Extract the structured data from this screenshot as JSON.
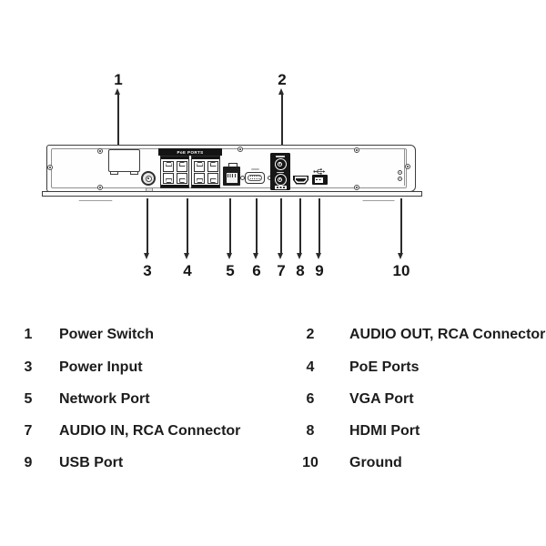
{
  "device": {
    "poe_ports_label": "PoE PORTS",
    "callouts": {
      "c1": "1",
      "c2": "2",
      "c3": "3",
      "c4": "4",
      "c5": "5",
      "c6": "6",
      "c7": "7",
      "c8": "8",
      "c9": "9",
      "c10": "10"
    }
  },
  "legend": {
    "rows": [
      {
        "left_num": "1",
        "left_label": "Power Switch",
        "right_num": "2",
        "right_label": "AUDIO OUT, RCA Connector"
      },
      {
        "left_num": "3",
        "left_label": "Power Input",
        "right_num": "4",
        "right_label": "PoE Ports"
      },
      {
        "left_num": "5",
        "left_label": "Network Port",
        "right_num": "6",
        "right_label": "VGA Port"
      },
      {
        "left_num": "7",
        "left_label": "AUDIO IN, RCA Connector",
        "right_num": "8",
        "right_label": "HDMI Port"
      },
      {
        "left_num": "9",
        "left_label": "USB Port",
        "right_num": "10",
        "right_label": "Ground"
      }
    ]
  },
  "colors": {
    "line": "#2b2b2b",
    "black_fill": "#161616",
    "text": "#1c1c1c"
  }
}
